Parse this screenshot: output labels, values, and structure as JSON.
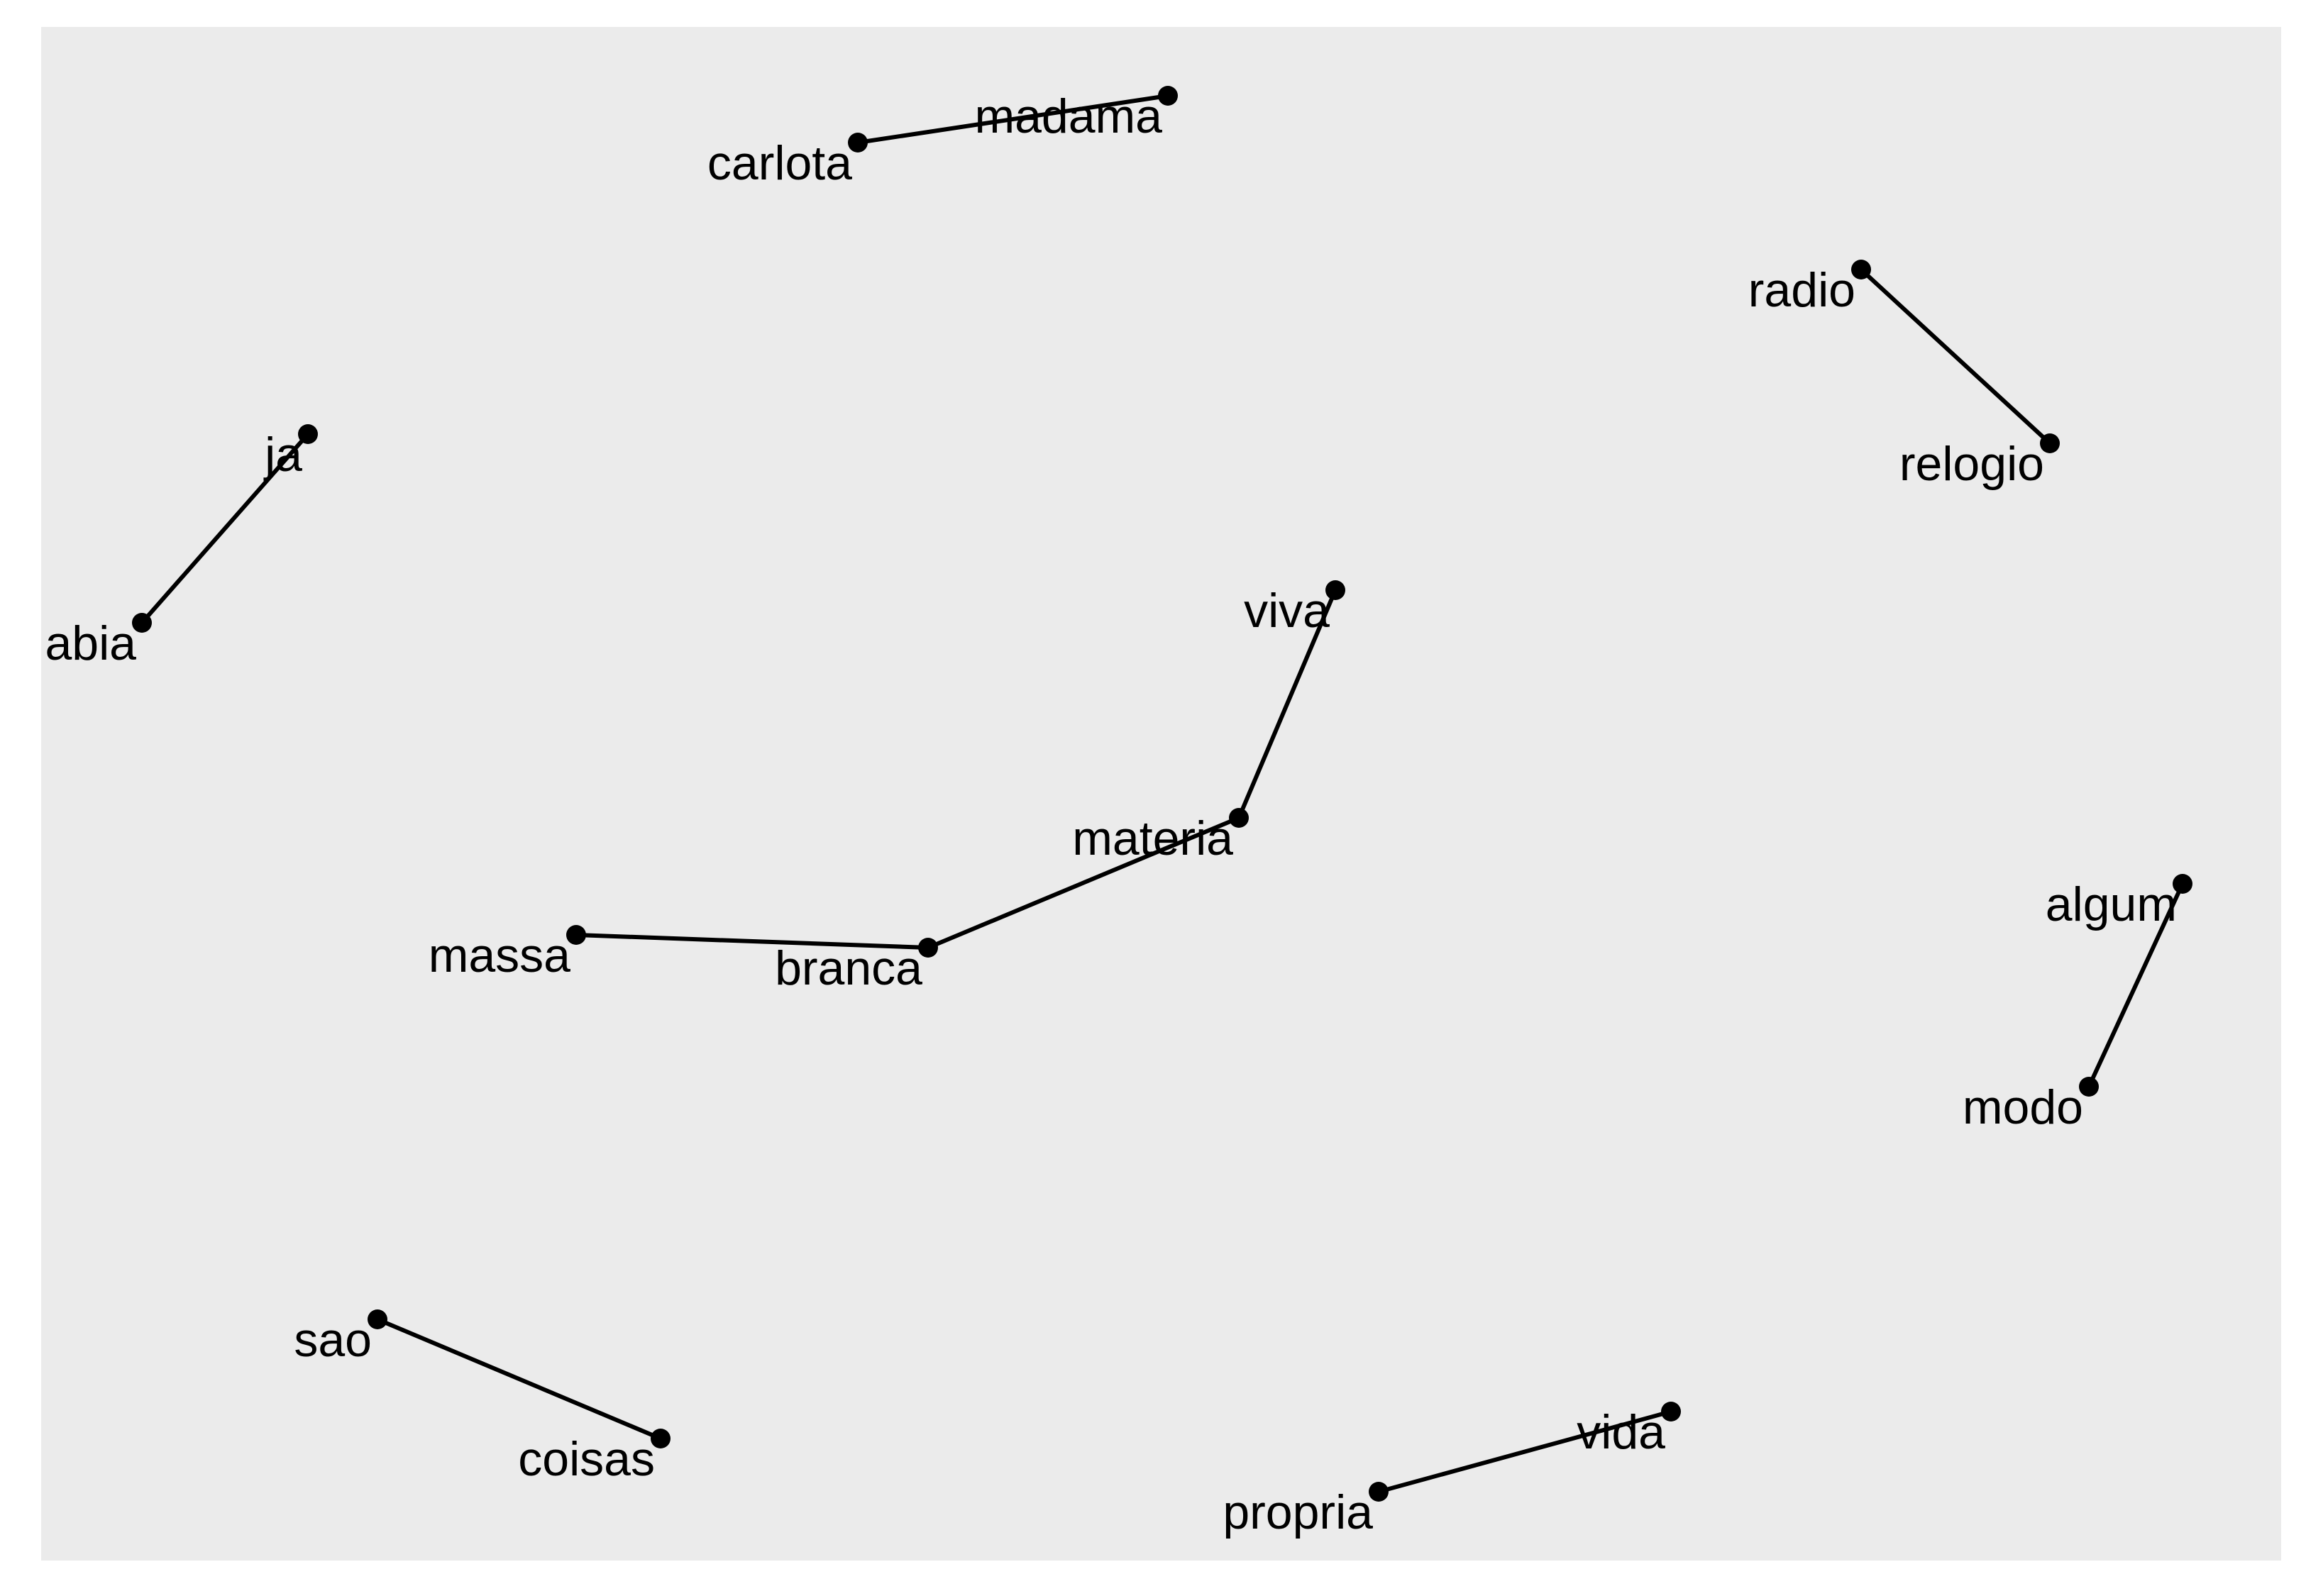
{
  "colors": {
    "panel_background": "#ebebeb",
    "edge": "#000000",
    "node": "#000000",
    "label": "#000000"
  },
  "nodes": [
    {
      "id": "carlota",
      "label": "carlota"
    },
    {
      "id": "madama",
      "label": "madama"
    },
    {
      "id": "radio",
      "label": "radio"
    },
    {
      "id": "relogio",
      "label": "relogio"
    },
    {
      "id": "ja",
      "label": "ja"
    },
    {
      "id": "abia",
      "label": "abia"
    },
    {
      "id": "viva",
      "label": "viva"
    },
    {
      "id": "materia",
      "label": "materia"
    },
    {
      "id": "massa",
      "label": "massa"
    },
    {
      "id": "branca",
      "label": "branca"
    },
    {
      "id": "algum",
      "label": "algum"
    },
    {
      "id": "modo",
      "label": "modo"
    },
    {
      "id": "sao",
      "label": "sao"
    },
    {
      "id": "coisas",
      "label": "coisas"
    },
    {
      "id": "vida",
      "label": "vida"
    },
    {
      "id": "propria",
      "label": "propria"
    }
  ],
  "edges": [
    {
      "from": "carlota",
      "to": "madama"
    },
    {
      "from": "radio",
      "to": "relogio"
    },
    {
      "from": "abia",
      "to": "ja"
    },
    {
      "from": "materia",
      "to": "viva"
    },
    {
      "from": "massa",
      "to": "branca"
    },
    {
      "from": "branca",
      "to": "materia"
    },
    {
      "from": "modo",
      "to": "algum"
    },
    {
      "from": "sao",
      "to": "coisas"
    },
    {
      "from": "propria",
      "to": "vida"
    }
  ]
}
